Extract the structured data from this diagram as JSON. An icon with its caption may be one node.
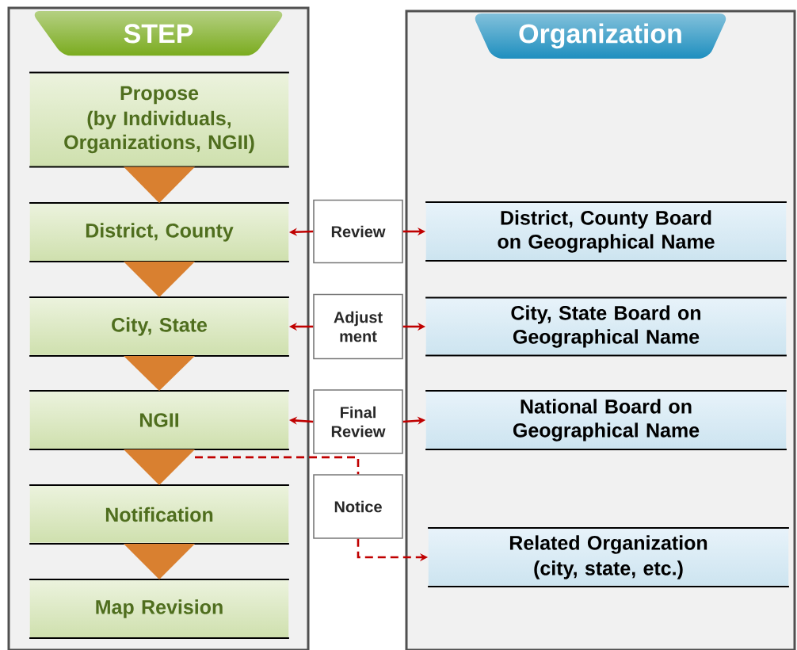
{
  "diagram": {
    "nodes": [
      {
        "text": [
          "STEP"
        ]
      },
      {
        "text": [
          "Propose",
          "(by Individuals, Organizations, NGII)"
        ],
        "in": 0
      },
      {
        "text": [
          "District, County"
        ],
        "in": 0
      },
      {
        "text": [
          "City, State"
        ],
        "in": 0
      },
      {
        "text": [
          "NGII"
        ],
        "in": 0
      },
      {
        "text": [
          "Notification"
        ],
        "in": 0
      },
      {
        "text": [
          "Map Revision"
        ],
        "in": 0
      },
      {
        "text": [
          "Organization"
        ]
      },
      {
        "text": [
          "District, County Board on Geographical Name"
        ],
        "in": 7
      },
      {
        "text": [
          "City, State Board on Geographical Name"
        ],
        "in": 7
      },
      {
        "text": [
          "National Board on Geographical Name"
        ],
        "in": 7
      },
      {
        "text": [
          "Related Organization",
          "(city, state, etc.)"
        ],
        "in": 7
      },
      {
        "text": [
          "Review"
        ]
      },
      {
        "text": [
          "Adjust ment"
        ]
      },
      {
        "text": [
          "Final Review"
        ]
      },
      {
        "text": [
          "Notice"
        ]
      }
    ],
    "edges": [
      {
        "from": 1,
        "to": 2,
        "arrow": "to",
        "style": "thick",
        "color": "#d98030"
      },
      {
        "from": 2,
        "to": 3,
        "arrow": "to",
        "style": "thick",
        "color": "#d98030"
      },
      {
        "from": 3,
        "to": 4,
        "arrow": "to",
        "style": "thick",
        "color": "#d98030"
      },
      {
        "from": 4,
        "to": 5,
        "arrow": "to",
        "style": "thick",
        "color": "#d98030"
      },
      {
        "from": 5,
        "to": 6,
        "arrow": "to",
        "style": "thick",
        "color": "#d98030"
      },
      {
        "from": 12,
        "to": 2,
        "arrow": "to"
      },
      {
        "from": 12,
        "to": 8,
        "arrow": "to"
      },
      {
        "from": 13,
        "to": 3,
        "arrow": "to"
      },
      {
        "from": 13,
        "to": 9,
        "arrow": "to"
      },
      {
        "from": 14,
        "to": 4,
        "arrow": "to"
      },
      {
        "from": 14,
        "to": 10,
        "arrow": "to"
      },
      {
        "from": 4,
        "to": 15,
        "arrow": "none",
        "style": "dashed"
      },
      {
        "from": 15,
        "to": 11,
        "arrow": "to",
        "style": "dashed"
      }
    ]
  }
}
